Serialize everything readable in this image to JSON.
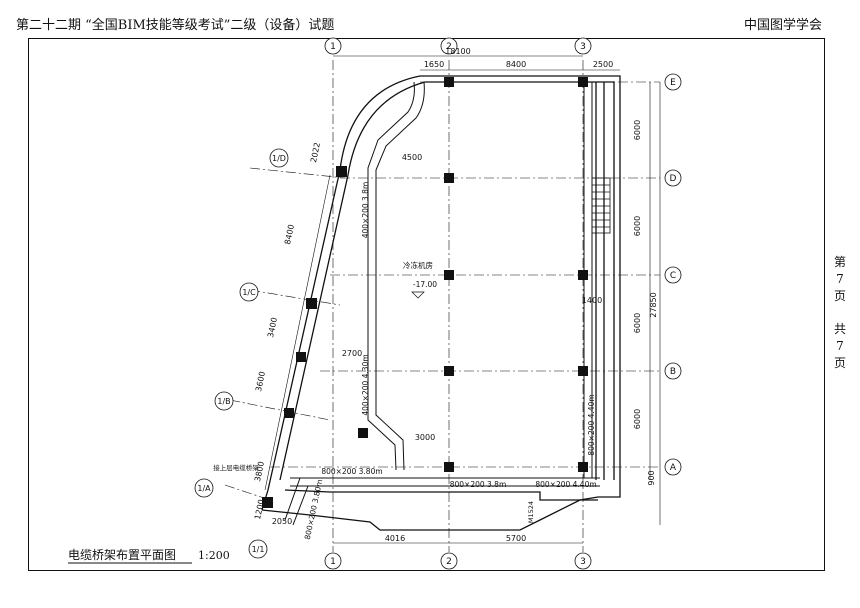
{
  "header": {
    "left": "第二十二期 “全国BIM技能等级考试”二级（设备）试题",
    "right": "中国图学学会"
  },
  "side": {
    "chars": [
      "第",
      "7",
      "页",
      "共",
      "7",
      "页"
    ]
  },
  "drawing": {
    "title": "电缆桥架布置平面图",
    "scale": "1:200",
    "grid_top": [
      "1",
      "2",
      "3"
    ],
    "grid_right": [
      "E",
      "D",
      "C",
      "B",
      "A"
    ],
    "grid_left": [
      "1/D",
      "1/C",
      "1/B",
      "1/A",
      "1/1"
    ],
    "dims": {
      "total": "18100",
      "d1650": "1650",
      "d8400": "8400",
      "d2500": "2500",
      "d6000": "6000",
      "d27850": "27850",
      "d1400": "1400",
      "d900": "900",
      "d4500": "4500",
      "d2700": "2700",
      "d3000": "3000",
      "d4016": "4016",
      "d5700": "5700",
      "d2022": "2022",
      "d8400l": "8400",
      "d3400": "3400",
      "d3600": "3600",
      "d3800": "3800",
      "d1200": "1200",
      "d2050": "2050"
    },
    "labels": {
      "tray1": "400×200 3.8m",
      "tray2": "400×200 4.30m",
      "tray3": "800×200 3.80m",
      "tray4": "800×200 3.8m",
      "tray5": "800×200 4.40m",
      "tray6": "800×200 4.40m",
      "tray7": "800×200 3.80m",
      "room": "冷冻机房",
      "elev": "-17.00",
      "connect": "接上层电缆桥架",
      "door": "M1524"
    }
  }
}
